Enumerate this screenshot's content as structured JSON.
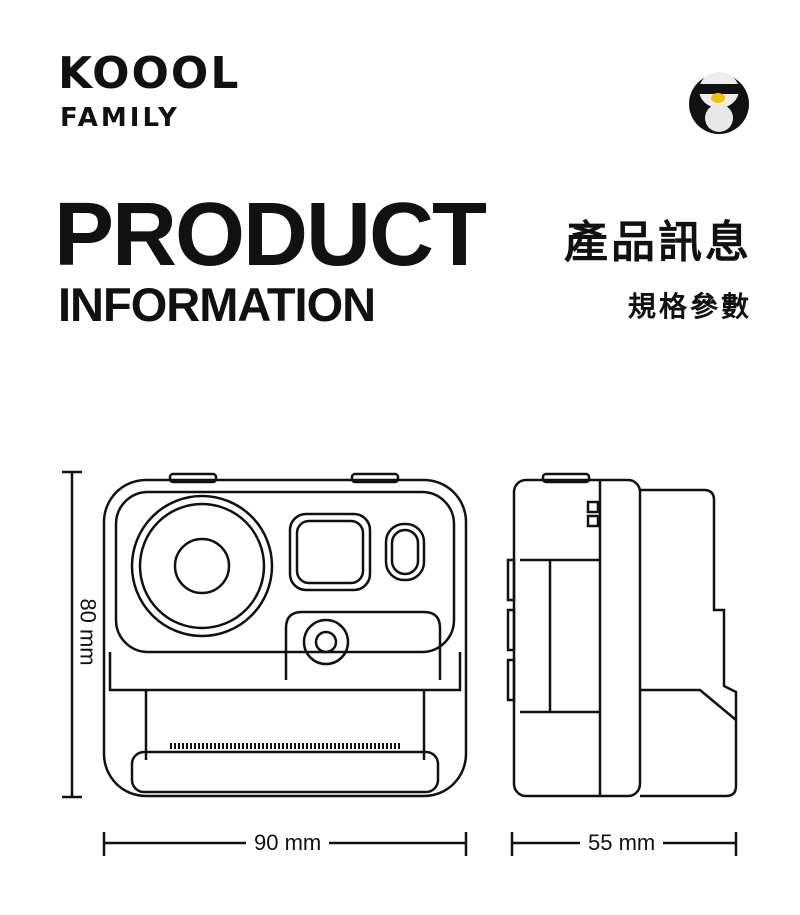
{
  "brand": {
    "line1": "KOOOL",
    "line2": "FAMILY"
  },
  "mascot_icon": "duck-with-sunglasses-mascot",
  "header": {
    "title_en_1": "PRODUCT",
    "title_en_2": "INFORMATION",
    "title_zh_1": "產品訊息",
    "title_zh_2": "規格參數"
  },
  "dimensions": {
    "height": "80 mm",
    "width": "90 mm",
    "depth": "55 mm"
  }
}
